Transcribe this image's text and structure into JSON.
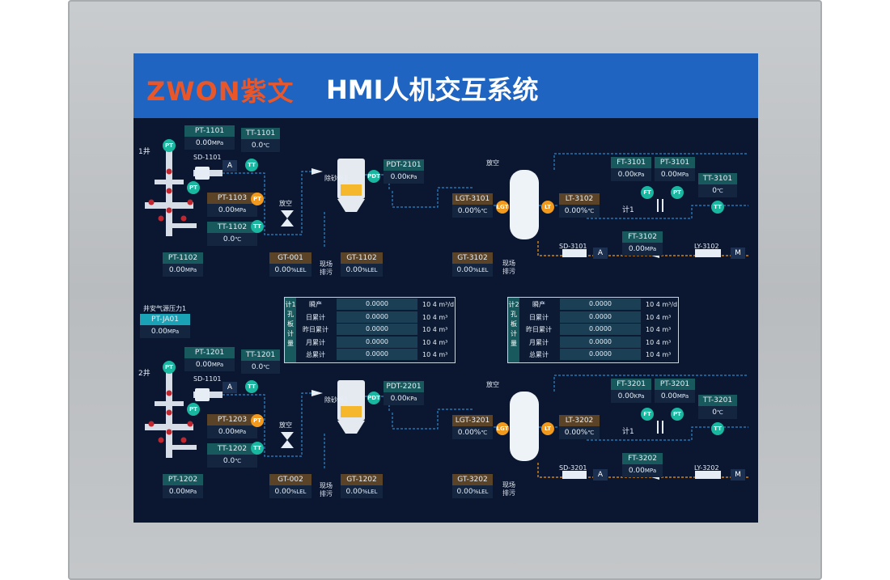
{
  "brand": "ZWON紫文",
  "title": "HMI人机交互系统",
  "units": {
    "mpa": "MPa",
    "c": "℃",
    "kpa": "KPa",
    "lel": "%LEL",
    "flow": "m³/d"
  },
  "train1": {
    "well": "1井",
    "pt1101": {
      "name": "PT-1101",
      "value": "0.00"
    },
    "tt1101": {
      "name": "TT-1101",
      "value": "0.0"
    },
    "sd1101": "SD-1101",
    "pt1103": {
      "name": "PT-1103",
      "value": "0.00"
    },
    "tt1102": {
      "name": "TT-1102",
      "value": "0.0"
    },
    "pt1102": {
      "name": "PT-1102",
      "value": "0.00"
    },
    "vent": "放空",
    "desander": "除砂器1",
    "pdt": {
      "name": "PDT-2101",
      "value": "0.00"
    },
    "gt001": {
      "name": "GT-001",
      "value": "0.00"
    },
    "gt1102": {
      "name": "GT-1102",
      "value": "0.00"
    },
    "drain": [
      "现场",
      "排污"
    ],
    "vent2": "放空",
    "lgt": {
      "name": "LGT-3101",
      "value": "0.00%"
    },
    "lt": {
      "name": "LT-3102",
      "value": "0.00%"
    },
    "gt3102": {
      "name": "GT-3102",
      "value": "0.00"
    },
    "drain2": [
      "现场",
      "排污"
    ],
    "ft3101": {
      "name": "FT-3101",
      "value": "0.00"
    },
    "pt3101": {
      "name": "PT-3101",
      "value": "0.00"
    },
    "tt3101": {
      "name": "TT-3101",
      "value": "0"
    },
    "meter": "计1",
    "sd3101": "SD-3101",
    "ft3102": {
      "name": "FT-3102",
      "value": "0.00"
    },
    "ly": "LY-3102"
  },
  "train2": {
    "well": "2井",
    "pt1101": {
      "name": "PT-1201",
      "value": "0.00"
    },
    "tt1101": {
      "name": "TT-1201",
      "value": "0.0"
    },
    "sd1101": "SD-1101",
    "pt1103": {
      "name": "PT-1203",
      "value": "0.00"
    },
    "tt1102": {
      "name": "TT-1202",
      "value": "0.0"
    },
    "pt1102": {
      "name": "PT-1202",
      "value": "0.00"
    },
    "vent": "放空",
    "desander": "除砂器2",
    "pdt": {
      "name": "PDT-2201",
      "value": "0.00"
    },
    "gt001": {
      "name": "GT-002",
      "value": "0.00"
    },
    "gt1102": {
      "name": "GT-1202",
      "value": "0.00"
    },
    "drain": [
      "现场",
      "排污"
    ],
    "vent2": "放空",
    "lgt": {
      "name": "LGT-3201",
      "value": "0.00%"
    },
    "lt": {
      "name": "LT-3202",
      "value": "0.00%"
    },
    "gt3102": {
      "name": "GT-3202",
      "value": "0.00"
    },
    "drain2": [
      "现场",
      "排污"
    ],
    "ft3101": {
      "name": "FT-3201",
      "value": "0.00"
    },
    "pt3101": {
      "name": "PT-3201",
      "value": "0.00"
    },
    "tt3101": {
      "name": "TT-3201",
      "value": "0"
    },
    "meter": "计1",
    "sd3101": "SD-3201",
    "ft3102": {
      "name": "FT-3202",
      "value": "0.00"
    },
    "ly": "LY-3202"
  },
  "gas_source": {
    "label": "井安气源压力1",
    "name": "PT-JA01",
    "value": "0.00"
  },
  "panel1": {
    "side": "计1孔板计量",
    "rows": [
      {
        "label": "瞬产",
        "value": "0.0000",
        "unit": "10 4 m³/d"
      },
      {
        "label": "日累计",
        "value": "0.0000",
        "unit": "10 4 m³"
      },
      {
        "label": "昨日累计",
        "value": "0.0000",
        "unit": "10 4 m³"
      },
      {
        "label": "月累计",
        "value": "0.0000",
        "unit": "10 4 m³"
      },
      {
        "label": "总累计",
        "value": "0.0000",
        "unit": "10 4 m³"
      }
    ]
  },
  "panel2": {
    "side": "计2孔板计量",
    "rows": [
      {
        "label": "瞬产",
        "value": "0.0000",
        "unit": "10 4 m³/d"
      },
      {
        "label": "日累计",
        "value": "0.0000",
        "unit": "10 4 m³"
      },
      {
        "label": "昨日累计",
        "value": "0.0000",
        "unit": "10 4 m³"
      },
      {
        "label": "月累计",
        "value": "0.0000",
        "unit": "10 4 m³"
      },
      {
        "label": "总累计",
        "value": "0.0000",
        "unit": "10 4 m³"
      }
    ]
  },
  "buttons": {
    "a": "A",
    "m": "M"
  },
  "sig": {
    "pt": "PT",
    "tt": "TT",
    "pdt": "PDT",
    "lgt": "LGT",
    "lt": "LT",
    "ft": "FT"
  }
}
